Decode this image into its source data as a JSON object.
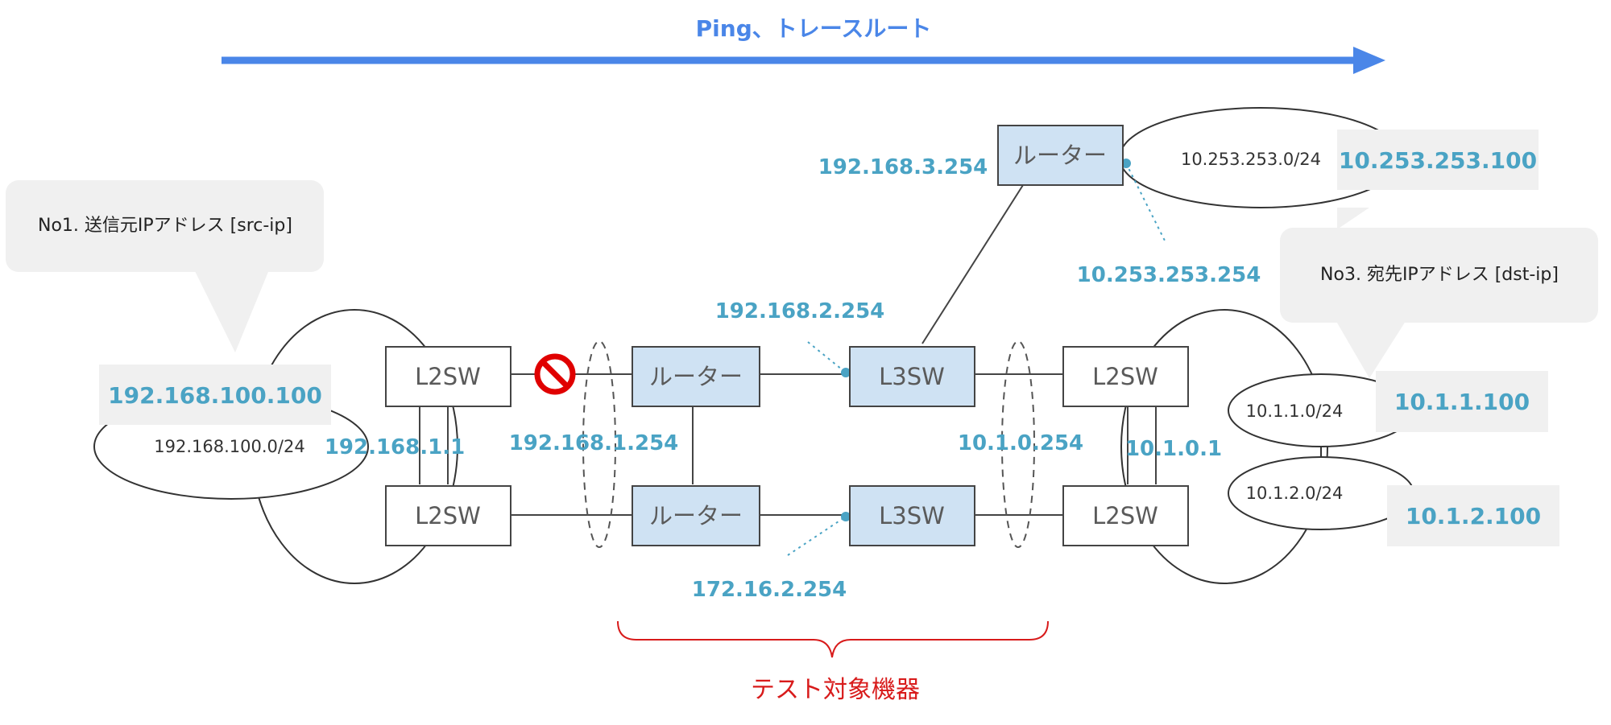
{
  "title": "Ping、トレースルート",
  "colors": {
    "arrow": "#4a86e8",
    "ip_label": "#4aa3c4",
    "router_fill": "#cfe2f3",
    "target": "#d81b1b",
    "callout": "#f0f0f0",
    "block_icon": "#e00000"
  },
  "callouts": {
    "src": "No1. 送信元IPアドレス [src-ip]",
    "dst": "No3. 宛先IPアドレス [dst-ip]"
  },
  "devices": {
    "l2sw": "L2SW",
    "l3sw": "L3SW",
    "router": "ルーター"
  },
  "networks": {
    "src_net": "192.168.100.0/24",
    "top_net": "10.253.253.0/24",
    "dst_net1": "10.1.1.0/24",
    "dst_net2": "10.1.2.0/24"
  },
  "hosts": {
    "src": "192.168.100.100",
    "top": "10.253.253.100",
    "dst1": "10.1.1.100",
    "dst2": "10.1.2.100"
  },
  "interfaces": {
    "gw_left": "192.168.1.1",
    "router_left": "192.168.1.254",
    "router_l3_top": "192.168.2.254",
    "router_l3_bottom": "172.16.2.254",
    "top_router_in": "192.168.3.254",
    "top_router_out": "10.253.253.254",
    "l3_right": "10.1.0.254",
    "gw_right": "10.1.0.1"
  },
  "icons": {
    "blocked": "prohibited-icon"
  },
  "target_label": "テスト対象機器"
}
